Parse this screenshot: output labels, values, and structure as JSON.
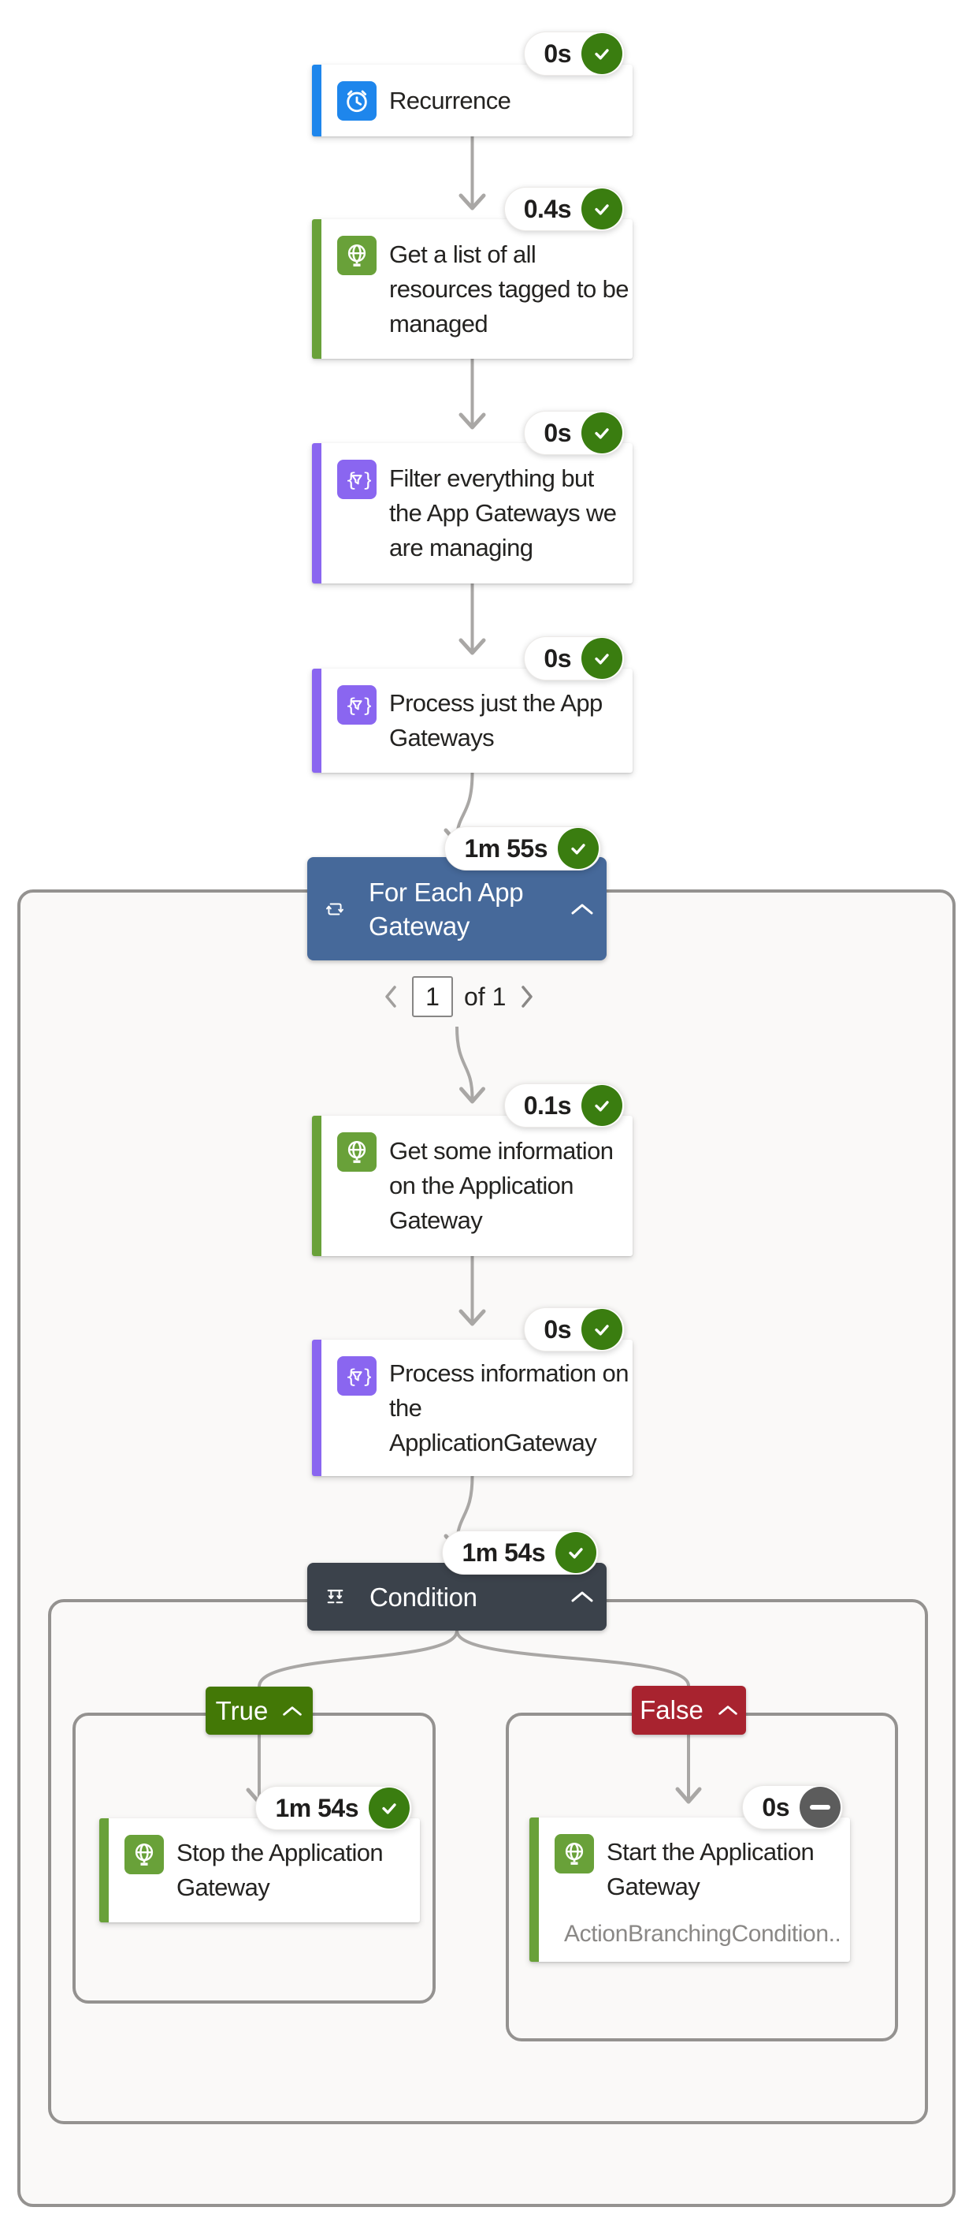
{
  "nodes": {
    "recurrence": {
      "label": "Recurrence",
      "duration": "0s",
      "status": "succeeded"
    },
    "get_list": {
      "label": "Get a list of all resources tagged to be managed",
      "duration": "0.4s",
      "status": "succeeded"
    },
    "filter": {
      "label": "Filter everything but the App Gateways we are managing",
      "duration": "0s",
      "status": "succeeded"
    },
    "process_gateways": {
      "label": "Process just the App Gateways",
      "duration": "0s",
      "status": "succeeded"
    },
    "for_each": {
      "label": "For Each App Gateway",
      "duration": "1m 55s",
      "status": "succeeded"
    },
    "get_info": {
      "label": "Get some information on the Application Gateway",
      "duration": "0.1s",
      "status": "succeeded"
    },
    "process_info": {
      "label": "Process information on the ApplicationGateway",
      "duration": "0s",
      "status": "succeeded"
    },
    "condition": {
      "label": "Condition",
      "duration": "1m 54s",
      "status": "succeeded"
    },
    "true_branch": {
      "label": "True"
    },
    "stop_gateway": {
      "label": "Stop the Application Gateway",
      "duration": "1m 54s",
      "status": "succeeded"
    },
    "false_branch": {
      "label": "False"
    },
    "start_gateway": {
      "label": "Start the Application Gateway",
      "duration": "0s",
      "status": "skipped",
      "note": "ActionBranchingCondition..."
    }
  },
  "pagination": {
    "current": "1",
    "of_label": "of 1"
  },
  "colors": {
    "recurrence_blue": "#1E86EC",
    "arm_green": "#69A139",
    "dataops_purple": "#8A66F0",
    "foreach_header": "#46699A",
    "condition_header": "#3B424B",
    "true_green": "#437806",
    "false_red": "#A8232F",
    "success_green": "#3A7D10",
    "skipped_gray": "#5C5C5C",
    "connector_gray": "#A9A7A5"
  }
}
